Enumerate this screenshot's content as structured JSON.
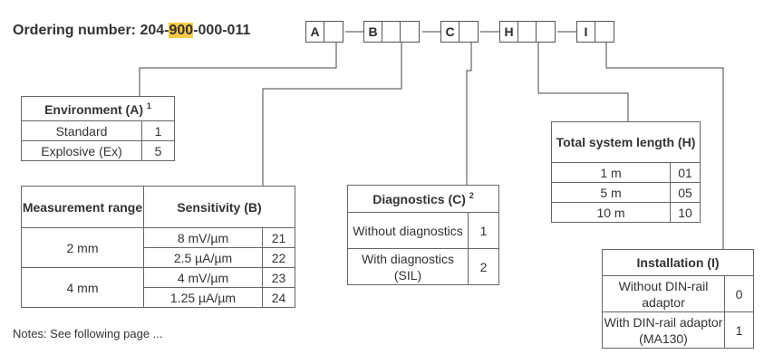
{
  "ordering": {
    "prefix": "Ordering number: 204-",
    "highlight": "900",
    "rest": "-000-011",
    "fields": [
      {
        "letter": "A",
        "blank": ""
      },
      {
        "letter": "B",
        "blank": ""
      },
      {
        "letter": "C",
        "blank": ""
      },
      {
        "letter": "H",
        "blank": ""
      },
      {
        "letter": "I",
        "blank": ""
      }
    ]
  },
  "environment": {
    "title": "Environment (A)",
    "note": "1",
    "rows": [
      {
        "label": "Standard",
        "code": "1"
      },
      {
        "label": "Explosive (Ex)",
        "code": "5"
      }
    ]
  },
  "sensitivity": {
    "col1": "Measurement range",
    "col2": "Sensitivity (B)",
    "groups": [
      {
        "range": "2 mm",
        "rows": [
          {
            "label": "8 mV/µm",
            "code": "21"
          },
          {
            "label": "2.5 µA/µm",
            "code": "22"
          }
        ]
      },
      {
        "range": "4 mm",
        "rows": [
          {
            "label": "4 mV/µm",
            "code": "23"
          },
          {
            "label": "1.25 µA/µm",
            "code": "24"
          }
        ]
      }
    ]
  },
  "diagnostics": {
    "title": "Diagnostics (C)",
    "note": "2",
    "rows": [
      {
        "label": "Without diagnostics",
        "code": "1"
      },
      {
        "label": "With diagnostics (SIL)",
        "code": "2"
      }
    ]
  },
  "length": {
    "title": "Total system length (H)",
    "rows": [
      {
        "label": "1 m",
        "code": "01"
      },
      {
        "label": "5 m",
        "code": "05"
      },
      {
        "label": "10 m",
        "code": "10"
      }
    ]
  },
  "installation": {
    "title": "Installation (I)",
    "rows": [
      {
        "label": "Without DIN-rail adaptor",
        "code": "0"
      },
      {
        "label": "With DIN-rail adaptor (MA130)",
        "code": "1"
      }
    ]
  },
  "notes": "Notes: See following page ..."
}
